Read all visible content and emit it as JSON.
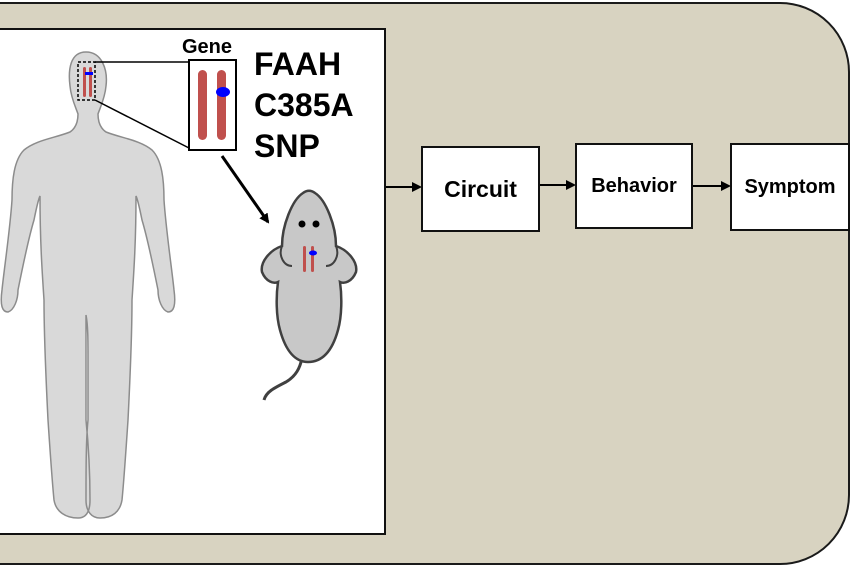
{
  "gene_label": "Gene",
  "snp_label": {
    "line1": "FAAH",
    "line2": "C385A",
    "line3": "SNP"
  },
  "flow": {
    "circuit": "Circuit",
    "behavior": "Behavior",
    "symptom": "Symptom"
  },
  "colors": {
    "panel": "#d8d3c1",
    "chromosome": "#c0504d",
    "snp_marker": "#0000ff",
    "silhouette": "#d9d9d9",
    "mouse": "#c8c8c8"
  },
  "icons": {
    "human": "human-silhouette-icon",
    "mouse": "mouse-icon",
    "chromosome": "chromosome-icon"
  }
}
